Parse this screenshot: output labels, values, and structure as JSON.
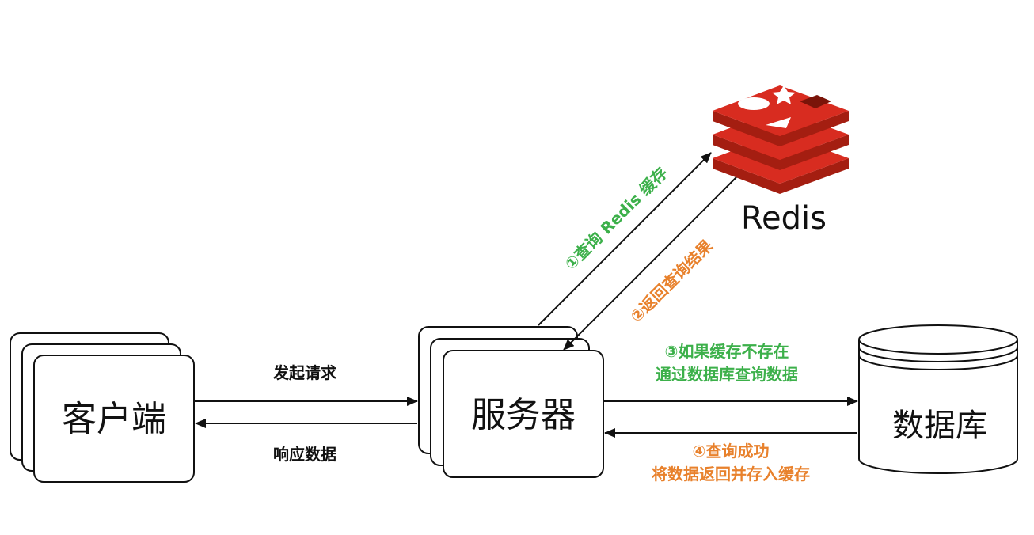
{
  "nodes": {
    "client": "客户端",
    "server": "服务器",
    "redis": "Redis",
    "database": "数据库"
  },
  "edges": {
    "send_request": "发起请求",
    "response_data": "响应数据",
    "query_redis": "①查询 Redis 缓存",
    "return_result": "②返回查询结果",
    "db_query_line1": "③如果缓存不存在",
    "db_query_line2": "通过数据库查询数据",
    "db_success_line1": "④查询成功",
    "db_success_line2": "将数据返回并存入缓存"
  },
  "colors": {
    "green": "#3cb04a",
    "orange": "#e8812c",
    "redis_red": "#d82c20",
    "redis_dark": "#a41e11",
    "line": "#111111"
  }
}
